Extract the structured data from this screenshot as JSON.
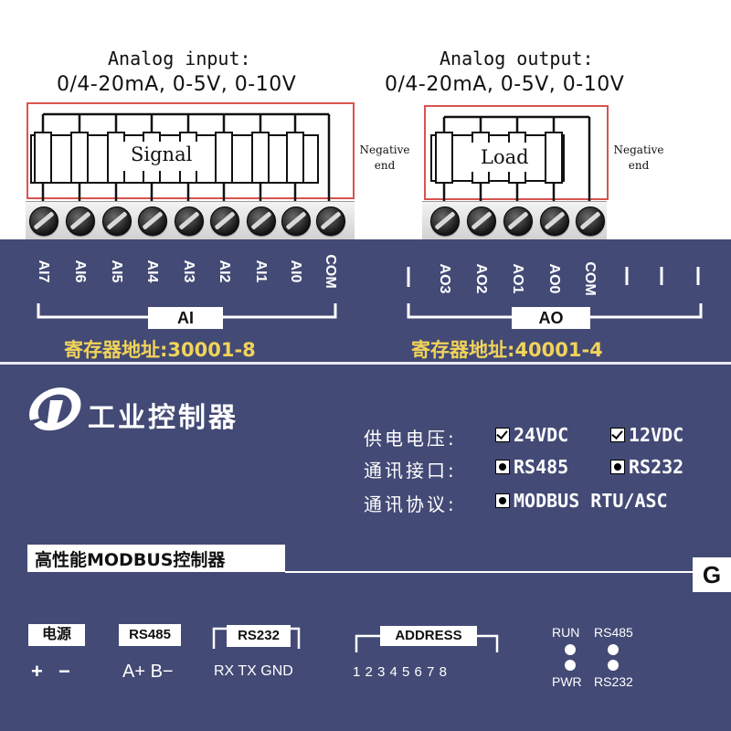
{
  "analog_input": {
    "title": "Analog input:",
    "ranges": "0/4-20mA, 0-5V, 0-10V",
    "signal_label": "Signal",
    "negative_end": "Negative end",
    "pins": [
      "AI7",
      "AI6",
      "AI5",
      "AI4",
      "AI3",
      "AI2",
      "AI1",
      "AI0",
      "COM"
    ],
    "badge": "AI",
    "register": "寄存器地址:30001-8"
  },
  "analog_output": {
    "title": "Analog output:",
    "ranges": "0/4-20mA, 0-5V, 0-10V",
    "load_label": "Load",
    "negative_end": "Negative end",
    "pins": [
      "AO3",
      "AO2",
      "AO1",
      "AO0",
      "COM"
    ],
    "badge": "AO",
    "register": "寄存器地址:40001-4"
  },
  "brand": {
    "name": "工业控制器"
  },
  "specs": {
    "power_label": "供电电压:",
    "power_opt1": "24VDC",
    "power_opt2": "12VDC",
    "comm_port_label": "通讯接口:",
    "comm_port_opt1": "RS485",
    "comm_port_opt2": "RS232",
    "protocol_label": "通讯协议:",
    "protocol_value": "MODBUS RTU/ASC"
  },
  "model_banner": "高性能MODBUS控制器",
  "ground_label": "G",
  "bottom": {
    "power_badge": "电源",
    "power_plus": "+",
    "power_minus": "−",
    "rs485_badge": "RS485",
    "rs485_pins": "A+ B−",
    "rs232_badge": "RS232",
    "rs232_pins": "RX TX GND",
    "address_badge": "ADDRESS",
    "address_digits": "1 2 3 4 5 6 7 8",
    "led_run": "RUN",
    "led_pwr": "PWR",
    "led_rs485": "RS485",
    "led_rs232": "RS232"
  },
  "colors": {
    "panel": "#434a75",
    "register_text": "#f1d35a",
    "wire_box": "#d9534f"
  }
}
